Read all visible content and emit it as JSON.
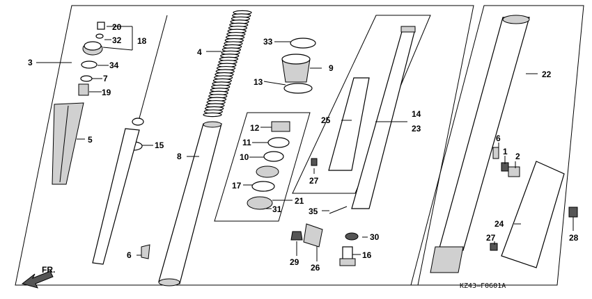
{
  "diagram_code": "KZ43–F0601A",
  "direction_label": "FR.",
  "callouts": {
    "c1": "1",
    "c2": "2",
    "c3": "3",
    "c4": "4",
    "c5": "5",
    "c6a": "6",
    "c6b": "6",
    "c7": "7",
    "c8": "8",
    "c9": "9",
    "c10": "10",
    "c11": "11",
    "c12": "12",
    "c13": "13",
    "c14": "14",
    "c15": "15",
    "c16": "16",
    "c17": "17",
    "c18": "18",
    "c19": "19",
    "c20": "20",
    "c21": "21",
    "c22": "22",
    "c23": "23",
    "c24": "24",
    "c25": "25",
    "c26": "26",
    "c27a": "27",
    "c27b": "27",
    "c28": "28",
    "c29": "29",
    "c30": "30",
    "c31": "31",
    "c32": "32",
    "c33": "33",
    "c34": "34",
    "c35": "35"
  },
  "colors": {
    "line": "#000000",
    "background": "#ffffff",
    "shade": "#d0d0d0"
  }
}
